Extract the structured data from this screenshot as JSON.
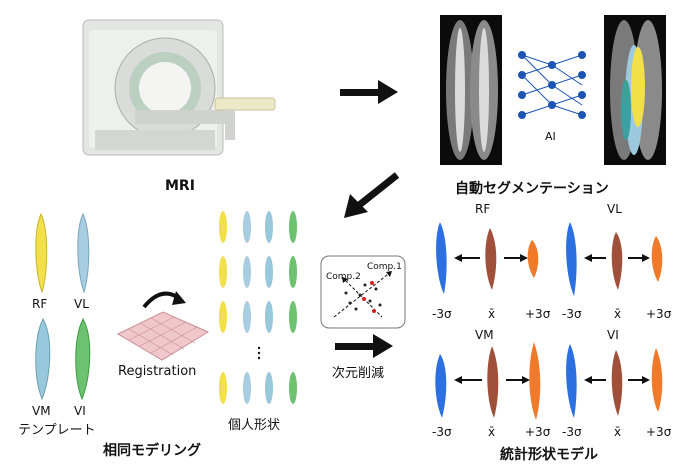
{
  "mri": {
    "label": "MRI"
  },
  "segmentation": {
    "label": "自動セグメンテーション",
    "ai_label": "AI"
  },
  "templates": {
    "label": "テンプレート",
    "muscles": [
      "RF",
      "VL",
      "VM",
      "VI"
    ]
  },
  "registration": {
    "label": "Registration"
  },
  "individual": {
    "label": "個人形状"
  },
  "homology": {
    "label": "相同モデリング"
  },
  "pca": {
    "comp1": "Comp.1",
    "comp2": "Comp.2",
    "label": "次元削減"
  },
  "ssm": {
    "label": "統計形状モデル",
    "panels": [
      {
        "name": "RF",
        "minus": "-3σ",
        "mean": "x̄",
        "plus": "+3σ"
      },
      {
        "name": "VL",
        "minus": "-3σ",
        "mean": "x̄",
        "plus": "+3σ"
      },
      {
        "name": "VM",
        "minus": "-3σ",
        "mean": "x̄",
        "plus": "+3σ"
      },
      {
        "name": "VI",
        "minus": "-3σ",
        "mean": "x̄",
        "plus": "+3σ"
      }
    ]
  },
  "colors": {
    "rf": "#f2e04a",
    "vl": "#a8cde0",
    "vm": "#98c8dc",
    "vi": "#6cc26e",
    "minus": "#2b6fe0",
    "mean": "#a0503a",
    "plus": "#f07a2a"
  },
  "icons": [
    "mri-scanner",
    "mri-image",
    "neural-network",
    "segmented-mri",
    "arrow",
    "mesh",
    "scatter-plot"
  ]
}
